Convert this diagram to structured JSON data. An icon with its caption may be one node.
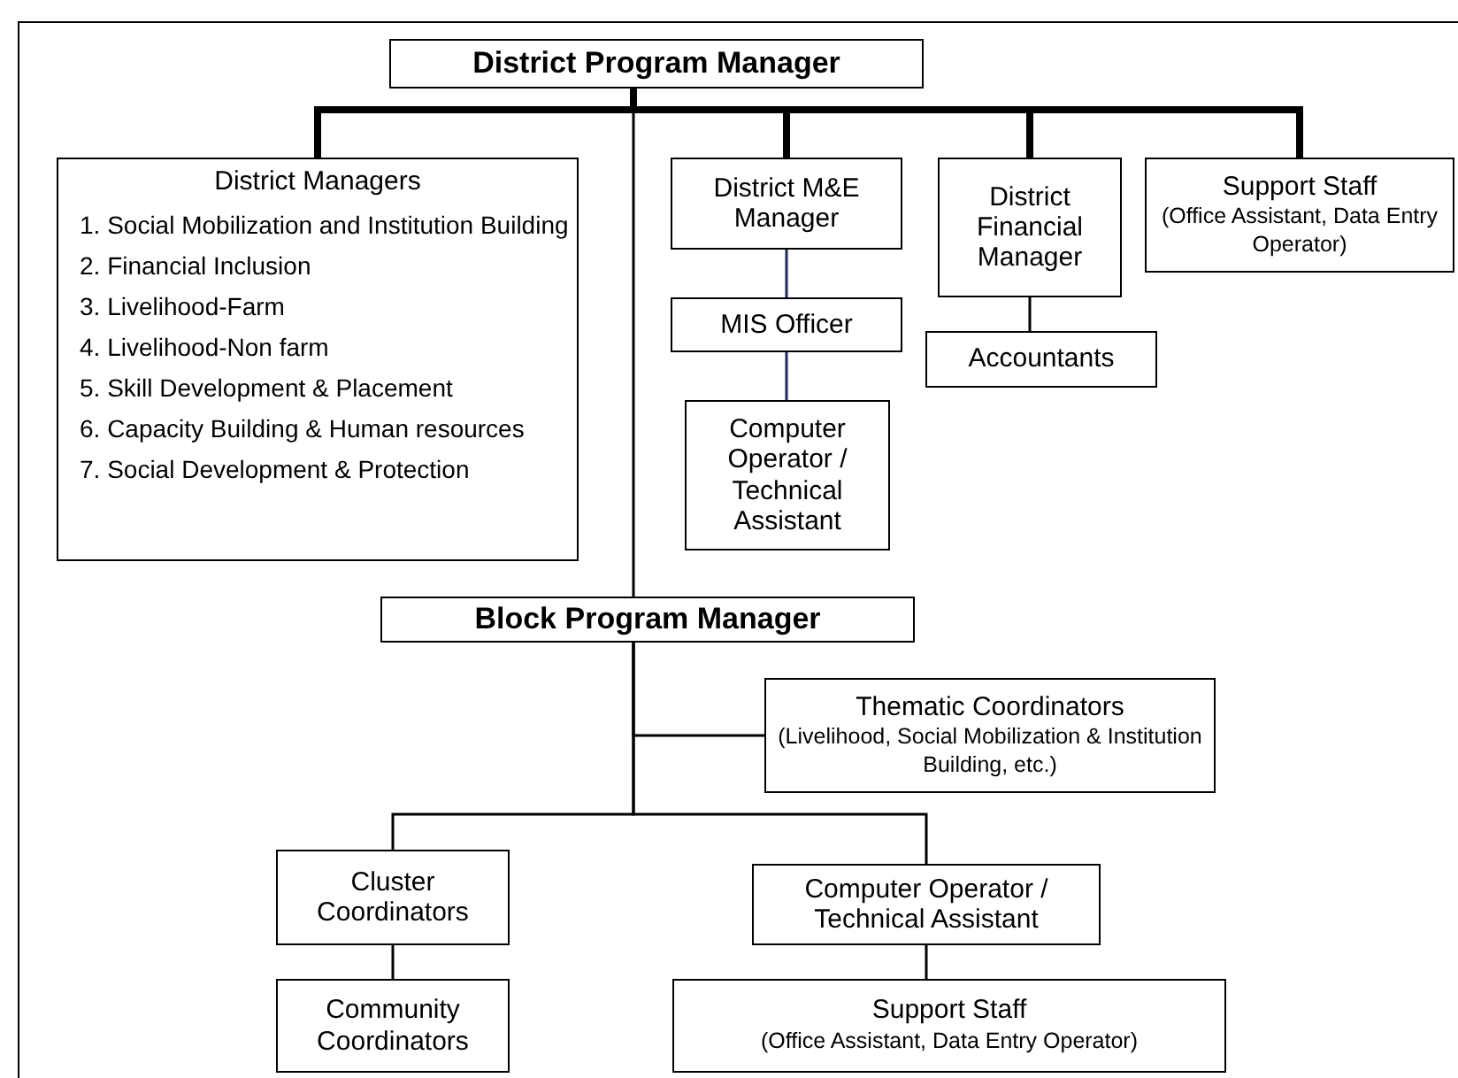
{
  "diagram": {
    "nodes": [
      {
        "text": [
          "District Program Manager"
        ]
      },
      {
        "text": [
          "District Managers",
          "1. Social Mobilization and Institution Building",
          "2. Financial Inclusion",
          "3. Livelihood-Farm",
          "4. Livelihood-Non farm",
          "5. Skill Development & Placement",
          "6. Capacity Building & Human resources",
          "7. Social Development & Protection"
        ]
      },
      {
        "text": [
          "District M&E Manager"
        ]
      },
      {
        "text": [
          "MIS Officer"
        ]
      },
      {
        "text": [
          "Computer Operator / Technical Assistant"
        ]
      },
      {
        "text": [
          "District Financial Manager"
        ]
      },
      {
        "text": [
          "Accountants"
        ]
      },
      {
        "text": [
          "Support Staff",
          "(Office Assistant, Data Entry Operator)"
        ]
      },
      {
        "text": [
          "Block Program Manager"
        ]
      },
      {
        "text": [
          "Thematic Coordinators",
          "(Livelihood, Social Mobilization & Institution Building, etc.)"
        ]
      },
      {
        "text": [
          "Cluster Coordinators"
        ]
      },
      {
        "text": [
          "Community Coordinators"
        ]
      },
      {
        "text": [
          "Computer Operator / Technical Assistant"
        ]
      },
      {
        "text": [
          "Support Staff",
          "(Office Assistant, Data Entry Operator)"
        ]
      }
    ],
    "edges": [
      {
        "from": 0,
        "to": 1,
        "arrow": "none",
        "style": "thick"
      },
      {
        "from": 0,
        "to": 2,
        "arrow": "none",
        "style": "thick"
      },
      {
        "from": 0,
        "to": 5,
        "arrow": "none",
        "style": "thick"
      },
      {
        "from": 0,
        "to": 7,
        "arrow": "none",
        "style": "thick"
      },
      {
        "from": 0,
        "to": 8,
        "arrow": "none"
      },
      {
        "from": 2,
        "to": 3,
        "arrow": "none",
        "color": "#1f2a5c"
      },
      {
        "from": 3,
        "to": 4,
        "arrow": "none",
        "color": "#1f2a5c"
      },
      {
        "from": 5,
        "to": 6,
        "arrow": "none"
      },
      {
        "from": 8,
        "to": 9,
        "arrow": "none"
      },
      {
        "from": 8,
        "to": 10,
        "arrow": "none"
      },
      {
        "from": 8,
        "to": 12,
        "arrow": "none"
      },
      {
        "from": 10,
        "to": 11,
        "arrow": "none"
      },
      {
        "from": 12,
        "to": 13,
        "arrow": "none"
      }
    ]
  }
}
